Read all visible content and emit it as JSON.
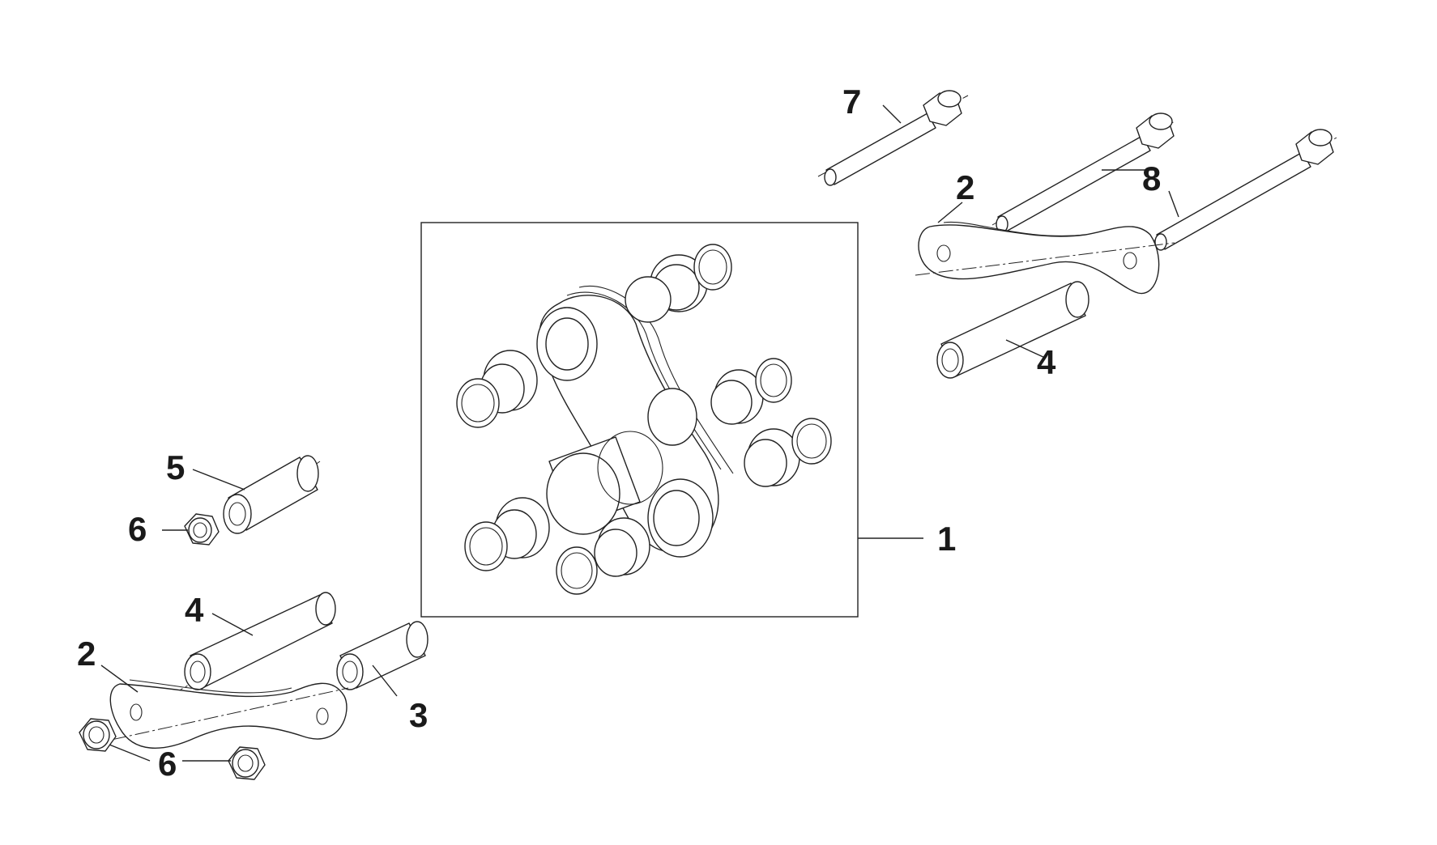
{
  "diagram": {
    "callouts": {
      "c1": "1",
      "c2a": "2",
      "c2b": "2",
      "c3": "3",
      "c4a": "4",
      "c4b": "4",
      "c5": "5",
      "c6a": "6",
      "c6b": "6",
      "c7": "7",
      "c8": "8"
    }
  }
}
